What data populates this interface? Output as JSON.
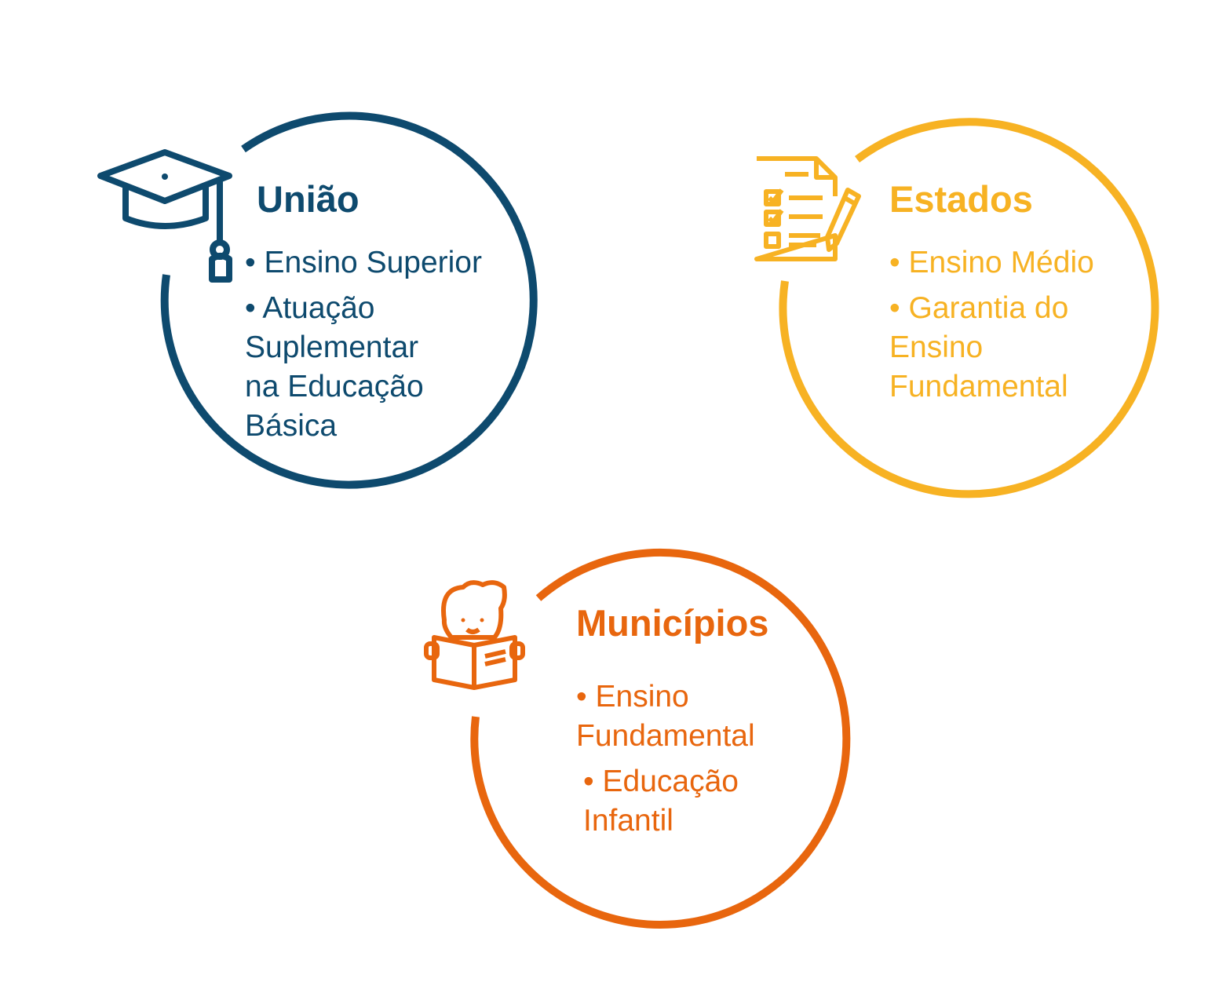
{
  "colors": {
    "uniao": "#0e4a6e",
    "estados": "#f7b223",
    "municipios": "#e8660e"
  },
  "groups": [
    {
      "icon": "graduation-cap-icon",
      "title": "União",
      "items": [
        "• Ensino Superior",
        "• Atuação Suplementar na Educação Básica"
      ]
    },
    {
      "icon": "checklist-document-icon",
      "title": "Estados",
      "items": [
        "• Ensino Médio",
        "• Garantia do Ensino Fundamental"
      ]
    },
    {
      "icon": "child-reading-icon",
      "title": "Municípios",
      "items": [
        "• Ensino Fundamental",
        "• Educação Infantil"
      ]
    }
  ]
}
